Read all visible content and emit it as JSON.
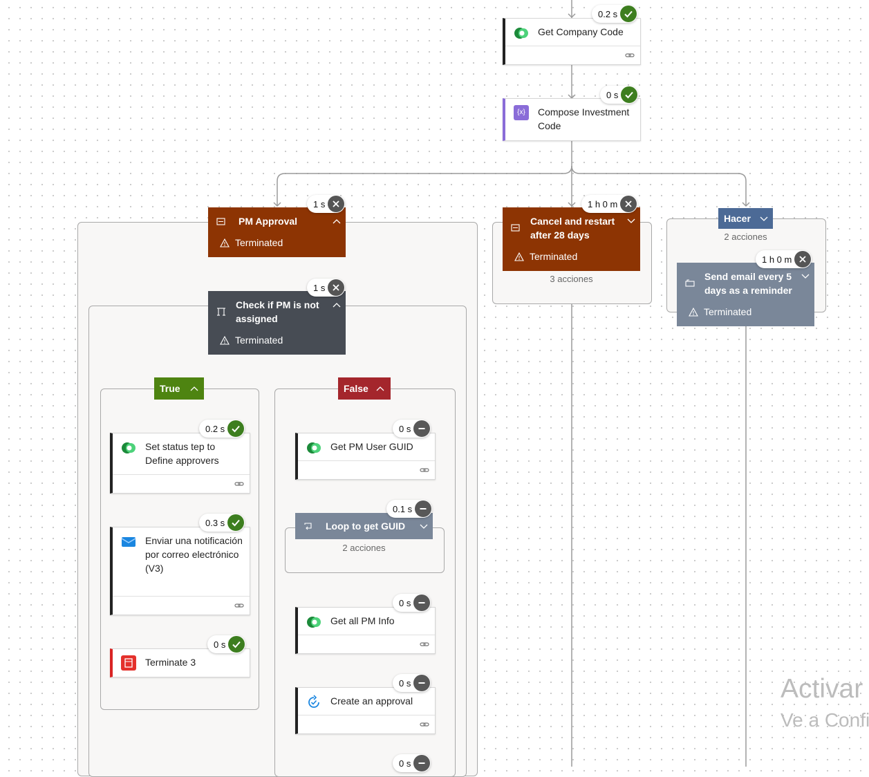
{
  "nodes": {
    "get_company_code": {
      "title": "Get Company Code",
      "duration": "0.2 s"
    },
    "compose_investment": {
      "title": "Compose Investment Code",
      "duration": "0 s"
    },
    "pm_approval": {
      "title": "PM Approval",
      "status": "Terminated",
      "duration": "1 s"
    },
    "cancel_restart": {
      "title": "Cancel and restart after 28 days",
      "status": "Terminated",
      "duration": "1 h 0 m",
      "actions": "3 acciones"
    },
    "hacer": {
      "title": "Hacer",
      "actions": "2 acciones"
    },
    "send_email": {
      "title": "Send email every 5 days as a reminder",
      "status": "Terminated",
      "duration": "1 h 0 m"
    },
    "check_pm": {
      "title": "Check if PM is not assigned",
      "status": "Terminated",
      "duration": "1 s"
    },
    "branch_true": {
      "label": "True"
    },
    "branch_false": {
      "label": "False"
    },
    "set_status": {
      "title": "Set status tep to Define approvers",
      "duration": "0.2 s"
    },
    "enviar": {
      "title": "Enviar una notificación por correo electrónico (V3)",
      "duration": "0.3 s"
    },
    "terminate3": {
      "title": "Terminate 3",
      "duration": "0 s"
    },
    "get_pm_guid": {
      "title": "Get PM User GUID",
      "duration": "0 s"
    },
    "loop_guid": {
      "title": "Loop to get GUID",
      "duration": "0.1 s",
      "actions": "2 acciones"
    },
    "get_all_pm": {
      "title": "Get all PM Info",
      "duration": "0 s"
    },
    "create_approval": {
      "title": "Create an approval",
      "duration": "0 s"
    },
    "next_hidden": {
      "duration": "0 s"
    }
  },
  "watermark": {
    "line1": "Activar",
    "line2": "Ve a Confi"
  },
  "colors": {
    "terminated_scope": "#8d3403",
    "condition": "#474c54",
    "loop_grey": "#7a8799",
    "true_branch": "#4e8411",
    "false_branch": "#a4262c",
    "hacer_blue": "#4c6a96",
    "success": "#3d7e1f"
  },
  "icons": {
    "dataverse": "dataverse-icon",
    "compose": "compose-icon",
    "scope": "scope-icon",
    "condition": "condition-icon",
    "outlook": "mail-icon",
    "terminate": "terminate-icon",
    "approval": "approval-icon",
    "loop": "loop-icon",
    "link": "link-icon",
    "success": "check-icon",
    "failed": "x-icon",
    "skipped": "minus-icon",
    "warning": "warning-icon"
  }
}
